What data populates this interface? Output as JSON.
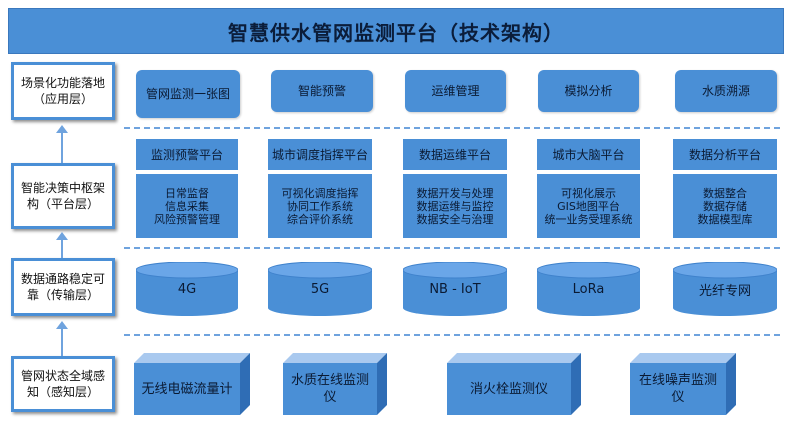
{
  "title": "智慧供水管网监测平台（技术架构）",
  "layers": [
    "场景化功能落地（应用层）",
    "智能决策中枢架构（平台层）",
    "数据通路稳定可靠（传输层）",
    "管网状态全域感知（感知层）"
  ],
  "applications": [
    "管网监测一张图",
    "智能预警",
    "运维管理",
    "模拟分析",
    "水质溯源"
  ],
  "platforms": [
    {
      "title": "监测预警平台",
      "items": "日常监督\n信息采集\n风险预警管理"
    },
    {
      "title": "城市调度指挥平台",
      "items": "可视化调度指挥\n协同工作系统\n综合评价系统"
    },
    {
      "title": "数据运维平台",
      "items": "数据开发与处理\n数据运维与监控\n数据安全与治理"
    },
    {
      "title": "城市大脑平台",
      "items": "可视化展示\nGIS地图平台\n统一业务受理系统"
    },
    {
      "title": "数据分析平台",
      "items": "数据整合\n数据存储\n数据模型库"
    }
  ],
  "transport": [
    "4G",
    "5G",
    "NB - IoT",
    "LoRa",
    "光纤专网"
  ],
  "devices": [
    "无线电磁流量计",
    "水质在线监测仪",
    "消火栓监测仪",
    "在线噪声监测仪"
  ],
  "colors": {
    "box_fill": "#4a8fd6",
    "layer_border": "#4a8fd6",
    "separator": "#6fa3de",
    "cylinder_top": "#6aa6e8",
    "cube_top": "#a9c9ef",
    "cube_side": "#2f6db5"
  }
}
